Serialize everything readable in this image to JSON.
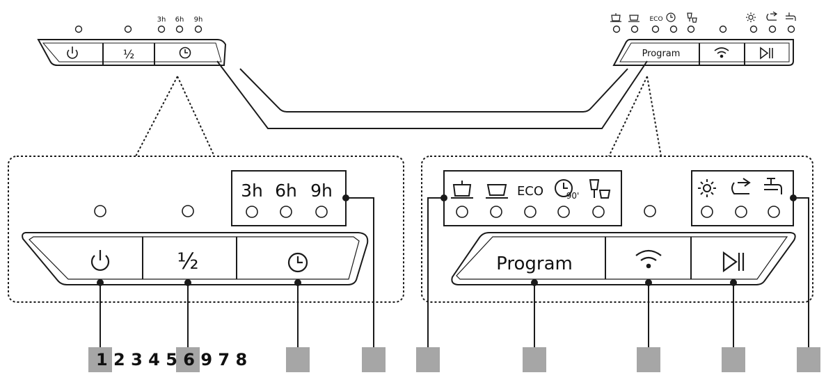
{
  "top_panel": {
    "timer_labels": [
      "3h",
      "6h",
      "9h"
    ],
    "eco_label": "ECO",
    "program_label": "Program",
    "half_label": "½"
  },
  "left_detail": {
    "timer_labels": [
      "3h",
      "6h",
      "9h"
    ],
    "half_label": "½"
  },
  "right_detail": {
    "eco_label": "ECO",
    "program_label": "Program",
    "ninety_label": "90'"
  },
  "callouts": {
    "number_strip": "1 2 3 4 5 6 9 7 8"
  },
  "icons": [
    "power-icon",
    "timer-icon",
    "wifi-icon",
    "start-pause-icon",
    "pot-icon",
    "bowl-icon",
    "clock-90-icon",
    "glass-icon",
    "rinse-aid-icon",
    "salt-icon",
    "tap-icon"
  ],
  "colors": {
    "line": "#1a1a1a",
    "callout_box": "#a6a6a6",
    "led": "#ffffff"
  }
}
